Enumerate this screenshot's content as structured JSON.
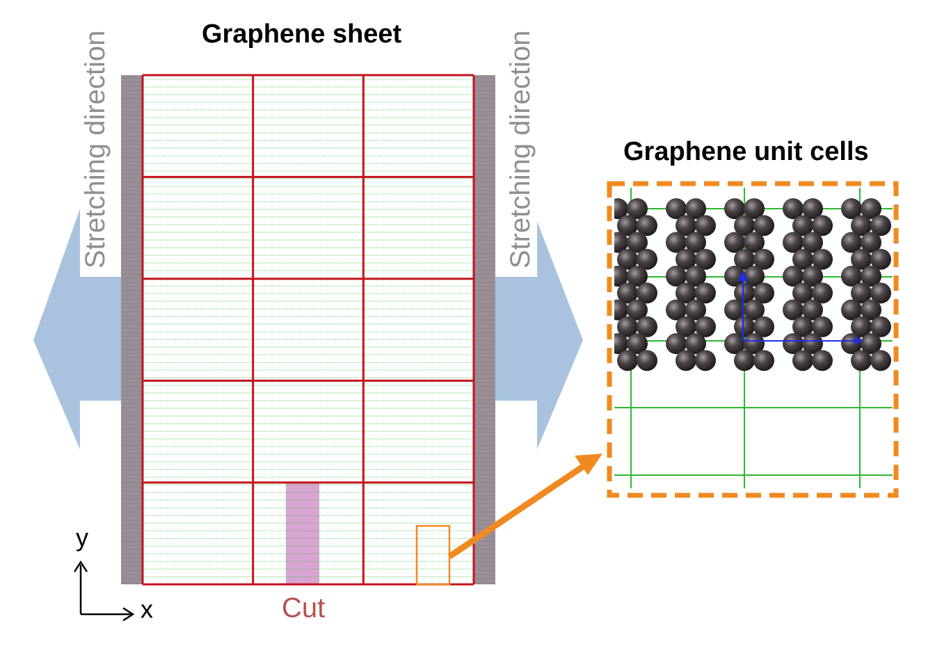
{
  "sheet": {
    "title": "Graphene sheet",
    "stretch_label_left": "Stretching direction",
    "stretch_label_right": "Stretching direction",
    "cut_label": "Cut",
    "grid_columns": 3,
    "grid_rows": 5
  },
  "axes": {
    "x_label": "x",
    "y_label": "y"
  },
  "unit_cells": {
    "title": "Graphene unit cells"
  },
  "colors": {
    "grid_red": "#c3121c",
    "fine_grid_green": "#3fbf3f",
    "clamp_gray": "#9b8f97",
    "cut_pink": "#d9a5d2",
    "arrow_blue": "#a9c3df",
    "highlight_orange": "#f08a20",
    "atom_dark": "#3a3538",
    "bond_gray": "#6a6567",
    "lattice_vector_blue": "#1f2fe0",
    "cut_text": "#b5524e",
    "stretch_text": "#8f8f8f"
  }
}
